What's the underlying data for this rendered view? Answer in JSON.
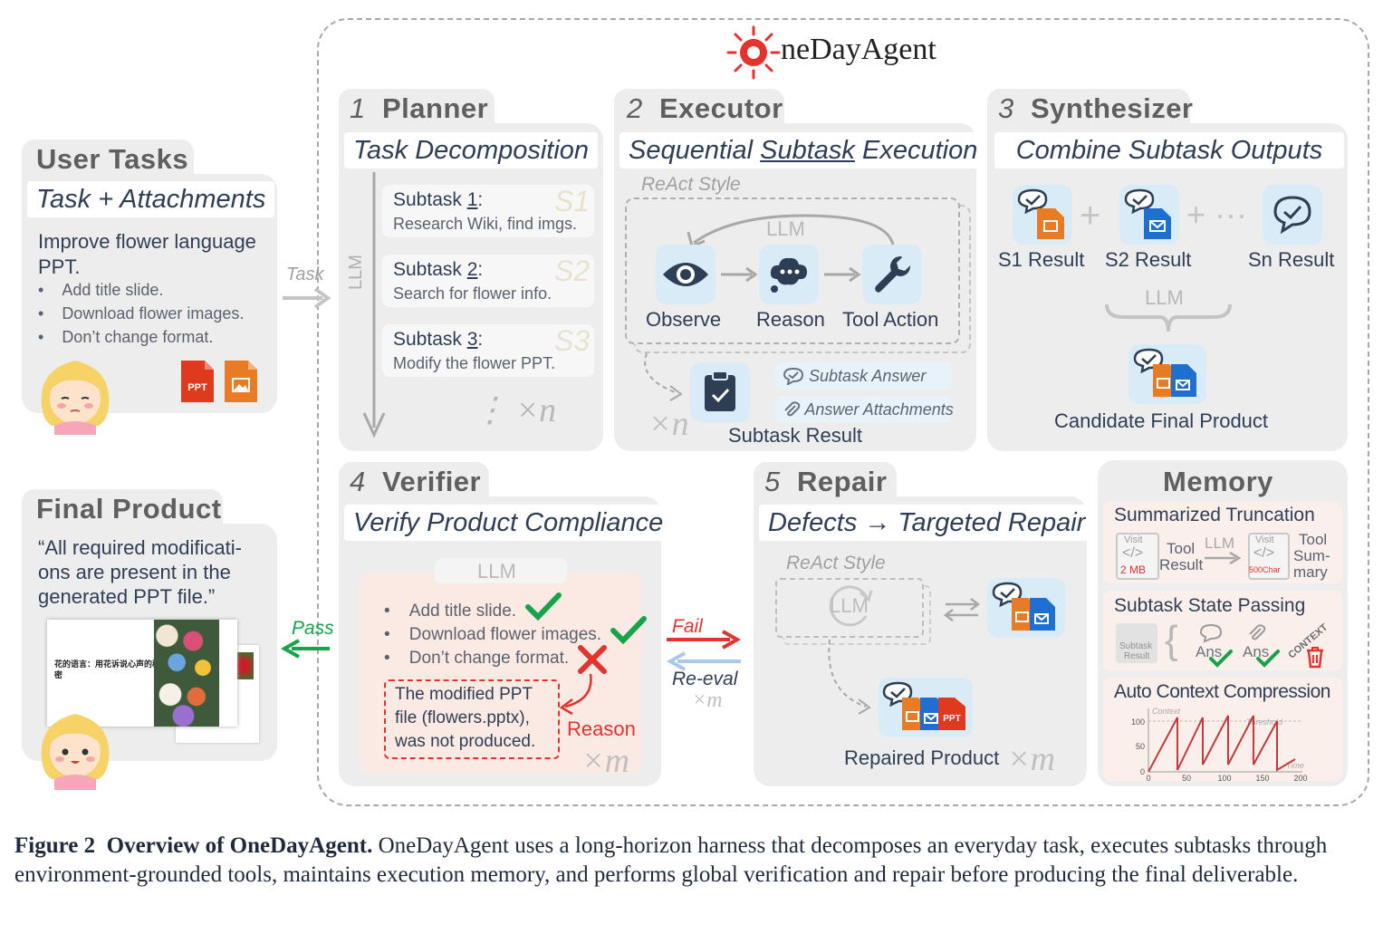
{
  "logo": {
    "text": "neDayAgent"
  },
  "user_tasks": {
    "title": "User Tasks",
    "subtitle": "Task + Attachments",
    "request": "Improve flower language",
    "request_line2": "PPT.",
    "bullets": [
      "Add title slide.",
      "Download flower images.",
      "Don’t change format."
    ],
    "ppt_label": "PPT",
    "task_arrow": "Task"
  },
  "planner": {
    "number": "1",
    "title": "Planner",
    "subtitle": "Task Decomposition",
    "llm": "LLM",
    "subtasks": [
      {
        "label": "Subtask",
        "num": "1",
        "desc": "Research Wiki, find imgs.",
        "mark": "S1"
      },
      {
        "label": "Subtask",
        "num": "2",
        "desc": "Search for flower info.",
        "mark": "S2"
      },
      {
        "label": "Subtask",
        "num": "3",
        "desc": "Modify the flower PPT.",
        "mark": "S3"
      }
    ],
    "more": "⋮ ×n"
  },
  "executor": {
    "number": "2",
    "title": "Executor",
    "subtitle_a": "Sequential",
    "subtitle_b": "Subtask",
    "subtitle_c": "Execution",
    "react": "ReAct Style",
    "llm": "LLM",
    "steps": [
      "Observe",
      "Reason",
      "Tool Action"
    ],
    "times": "×n",
    "result": "Subtask Result",
    "answer": "Subtask Answer",
    "attachments": "Answer Attachments"
  },
  "synthesizer": {
    "number": "3",
    "title": "Synthesizer",
    "subtitle": "Combine Subtask Outputs",
    "results": [
      "S1 Result",
      "S2 Result",
      "Sn Result"
    ],
    "plus_dots": "+ ···",
    "llm": "LLM",
    "candidate": "Candidate Final Product"
  },
  "verifier": {
    "number": "4",
    "title": "Verifier",
    "subtitle": "Verify Product Compliance",
    "llm": "LLM",
    "checks": [
      "Add title slide.",
      "Download flower images.",
      "Don’t change format."
    ],
    "reason_box": [
      "The modified PPT",
      "file (flowers.pptx),",
      "was not produced."
    ],
    "reason": "Reason",
    "times": "×m"
  },
  "flow": {
    "fail": "Fail",
    "reeval": "Re-eval",
    "reeval_times": "×m",
    "pass": "Pass"
  },
  "repair": {
    "number": "5",
    "title": "Repair",
    "subtitle": "Defects → Targeted Repair",
    "react": "ReAct Style",
    "llm": "LLM",
    "product": "Repaired Product",
    "times": "×m",
    "ppt_label": "PPT"
  },
  "memory": {
    "title": "Memory",
    "truncation": {
      "title": "Summarized Truncation",
      "visit": "Visit",
      "size": "2 MB",
      "tool_result": [
        "Tool",
        "Result"
      ],
      "llm": "LLM",
      "chars": "500Char",
      "summary": [
        "Tool",
        "Sum-",
        "mary"
      ]
    },
    "state": {
      "title": "Subtask State Passing",
      "subtask_result": [
        "Subtask",
        "Result"
      ],
      "ans": "Ans",
      "context": "CONTEXT"
    },
    "compression": {
      "title": "Auto Context Compression",
      "context_label": "Context",
      "threshold_label": "Threshold",
      "time_label": "Time",
      "y_ticks": [
        "100",
        "50",
        "0"
      ],
      "x_ticks": [
        "0",
        "50",
        "100",
        "150",
        "200"
      ]
    }
  },
  "final_product": {
    "title": "Final Product",
    "quote": [
      "“All required modificati-",
      "ons are present in the",
      "generated PPT file.”"
    ],
    "slide_title": "花的语言：用花诉说心声的秘",
    "slide_title2": "密"
  },
  "caption": {
    "label": "Figure 2",
    "bold": "Overview of OneDayAgent.",
    "text": "OneDayAgent uses a long-horizon harness that decomposes an everyday task, executes subtasks through environment-grounded tools, maintains execution memory, and performs global verification and repair before producing the final deliverable."
  },
  "colors": {
    "accent_red": "#e5322d",
    "check_green": "#16a34a",
    "doc_orange": "#e87b24",
    "doc_blue": "#1f6fd1",
    "ppt_red": "#e03a1e",
    "icon_bg": "#d8ebf7"
  }
}
